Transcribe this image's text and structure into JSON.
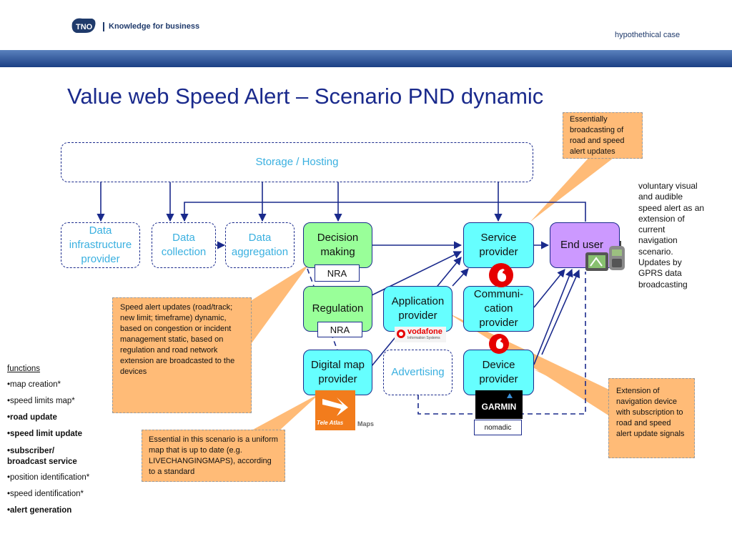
{
  "header": {
    "company_tagline": "Knowledge for business",
    "case_label": "hypothethical case"
  },
  "title": "Value web Speed Alert – Scenario PND dynamic",
  "storage": {
    "label": "Storage / Hosting"
  },
  "nodes": {
    "data_infrastructure_provider": "Data infrastructure provider",
    "data_collection": "Data collection",
    "data_aggregation": "Data aggregation",
    "decision_making": "Decision making",
    "service_provider": "Service provider",
    "end_user": "End user",
    "regulation": "Regulation",
    "application_provider": "Application provider",
    "communication_provider": "Communi- cation provider",
    "digital_map_provider": "Digital map provider",
    "advertising": "Advertising",
    "device_provider": "Device provider"
  },
  "tags": {
    "nra_decision": "NRA",
    "nra_regulation": "NRA",
    "nomadic": "nomadic"
  },
  "logos": {
    "vodafone": "vodafone",
    "vodafone_sub": "Information Systems",
    "garmin": "GARMIN",
    "teleatlas": "Tele Atlas",
    "teleatlas_maps": "Maps"
  },
  "callouts": {
    "broadcasting": "Essentially broadcasting of road and speed alert updates",
    "speed_alert_updates": "Speed alert updates (road/track; new limit; timeframe) dynamic, based on congestion or incident management static, based on regulation and road network extension are broadcasted to the devices",
    "essential_map": "Essential in this scenario is a uniform map that is up to date (e.g. LIVECHANGINGMAPS), according to a standard",
    "extension_device": "Extension of navigation device with subscription to road and speed alert update signals"
  },
  "side_note": "voluntary visual and audible speed alert as an extension of current navigation scenario. Updates by GPRS data broadcasting",
  "functions": {
    "heading": "functions",
    "items": [
      "•map creation*",
      "•speed limits map*",
      "•road update",
      "•speed limit update",
      "•subscriber/ broadcast service",
      "•position identification*",
      "•speed identification*",
      "•alert generation"
    ]
  },
  "colors": {
    "navy": "#1a2a8c",
    "light_blue_text": "#3ab0e0",
    "green_node": "#99ff99",
    "cyan_node": "#66ffff",
    "purple_node": "#cc99ff",
    "callout_orange": "#ffbb77",
    "vodafone_red": "#e60000"
  }
}
